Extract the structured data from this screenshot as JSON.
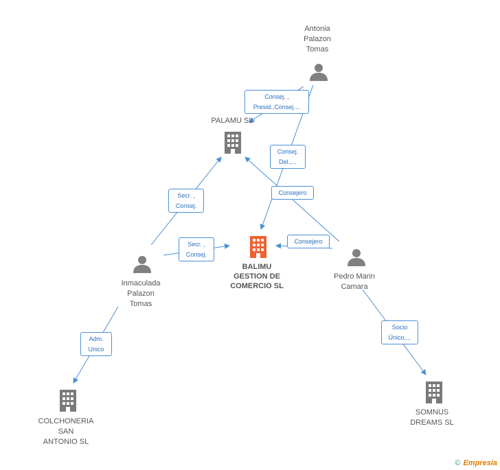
{
  "colors": {
    "edge": "#4a8fd6",
    "person": "#808080",
    "company": "#7a7a7a",
    "focus_company": "#ee6133"
  },
  "nodes": {
    "antonia": {
      "label": "Antonia\nPalazon\nTomas",
      "icon": "person-icon"
    },
    "palamu": {
      "label": "PALAMU SL",
      "icon": "building-icon"
    },
    "balimu": {
      "label": "BALIMU\nGESTION DE\nCOMERCIO SL",
      "icon": "building-icon"
    },
    "inmaculada": {
      "label": "Inmaculada\nPalazon\nTomas",
      "icon": "person-icon"
    },
    "pedro": {
      "label": "Pedro Marin\nCamara",
      "icon": "person-icon"
    },
    "colchoneria": {
      "label": "COLCHONERIA\nSAN\nANTONIO SL",
      "icon": "building-icon"
    },
    "somnus": {
      "label": "SOMNUS\nDREAMS SL",
      "icon": "building-icon"
    }
  },
  "edges": {
    "antonia_palamu": "Consej. ,\nPresid.,Consej....",
    "antonia_balimu": "Consej.\nDel.,...",
    "pedro_palamu": "Consejero",
    "pedro_balimu": "Consejero",
    "inmaculada_palamu": "Secr. ,\nConsej.",
    "inmaculada_balimu": "Secr. ,\nConsej.",
    "inmaculada_colchoneria": "Adm.\nUnico",
    "pedro_somnus": "Socio\nÚnico,..."
  },
  "footer": {
    "copyright": "©",
    "brand": "Empresia"
  }
}
